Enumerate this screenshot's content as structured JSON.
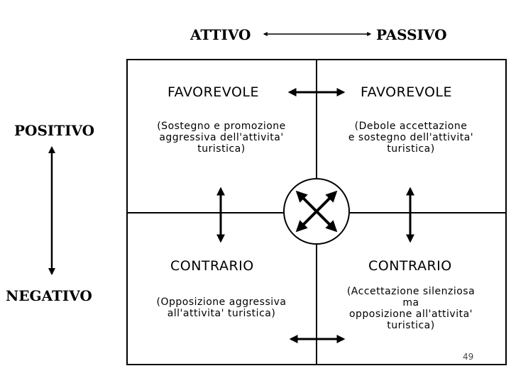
{
  "axes": {
    "active_label": "ATTIVO",
    "passive_label": "PASSIVO",
    "positive_label": "POSITIVO",
    "negative_label": "NEGATIVO"
  },
  "quadrants": {
    "top_left": {
      "title": "FAVOREVOLE",
      "description": "(Sostegno e promozione\naggressiva dell'attivita'\nturistica)"
    },
    "top_right": {
      "title": "FAVOREVOLE",
      "description": "(Debole accettazione\ne sostegno dell'attivita'\nturistica)"
    },
    "bottom_left": {
      "title": "CONTRARIO",
      "description": "(Opposizione aggressiva\nall'attivita' turistica)"
    },
    "bottom_right": {
      "title": "CONTRARIO",
      "description": "(Accettazione silenziosa\nma\nopposizione all'attivita'\nturistica)"
    }
  },
  "page_number": "49"
}
